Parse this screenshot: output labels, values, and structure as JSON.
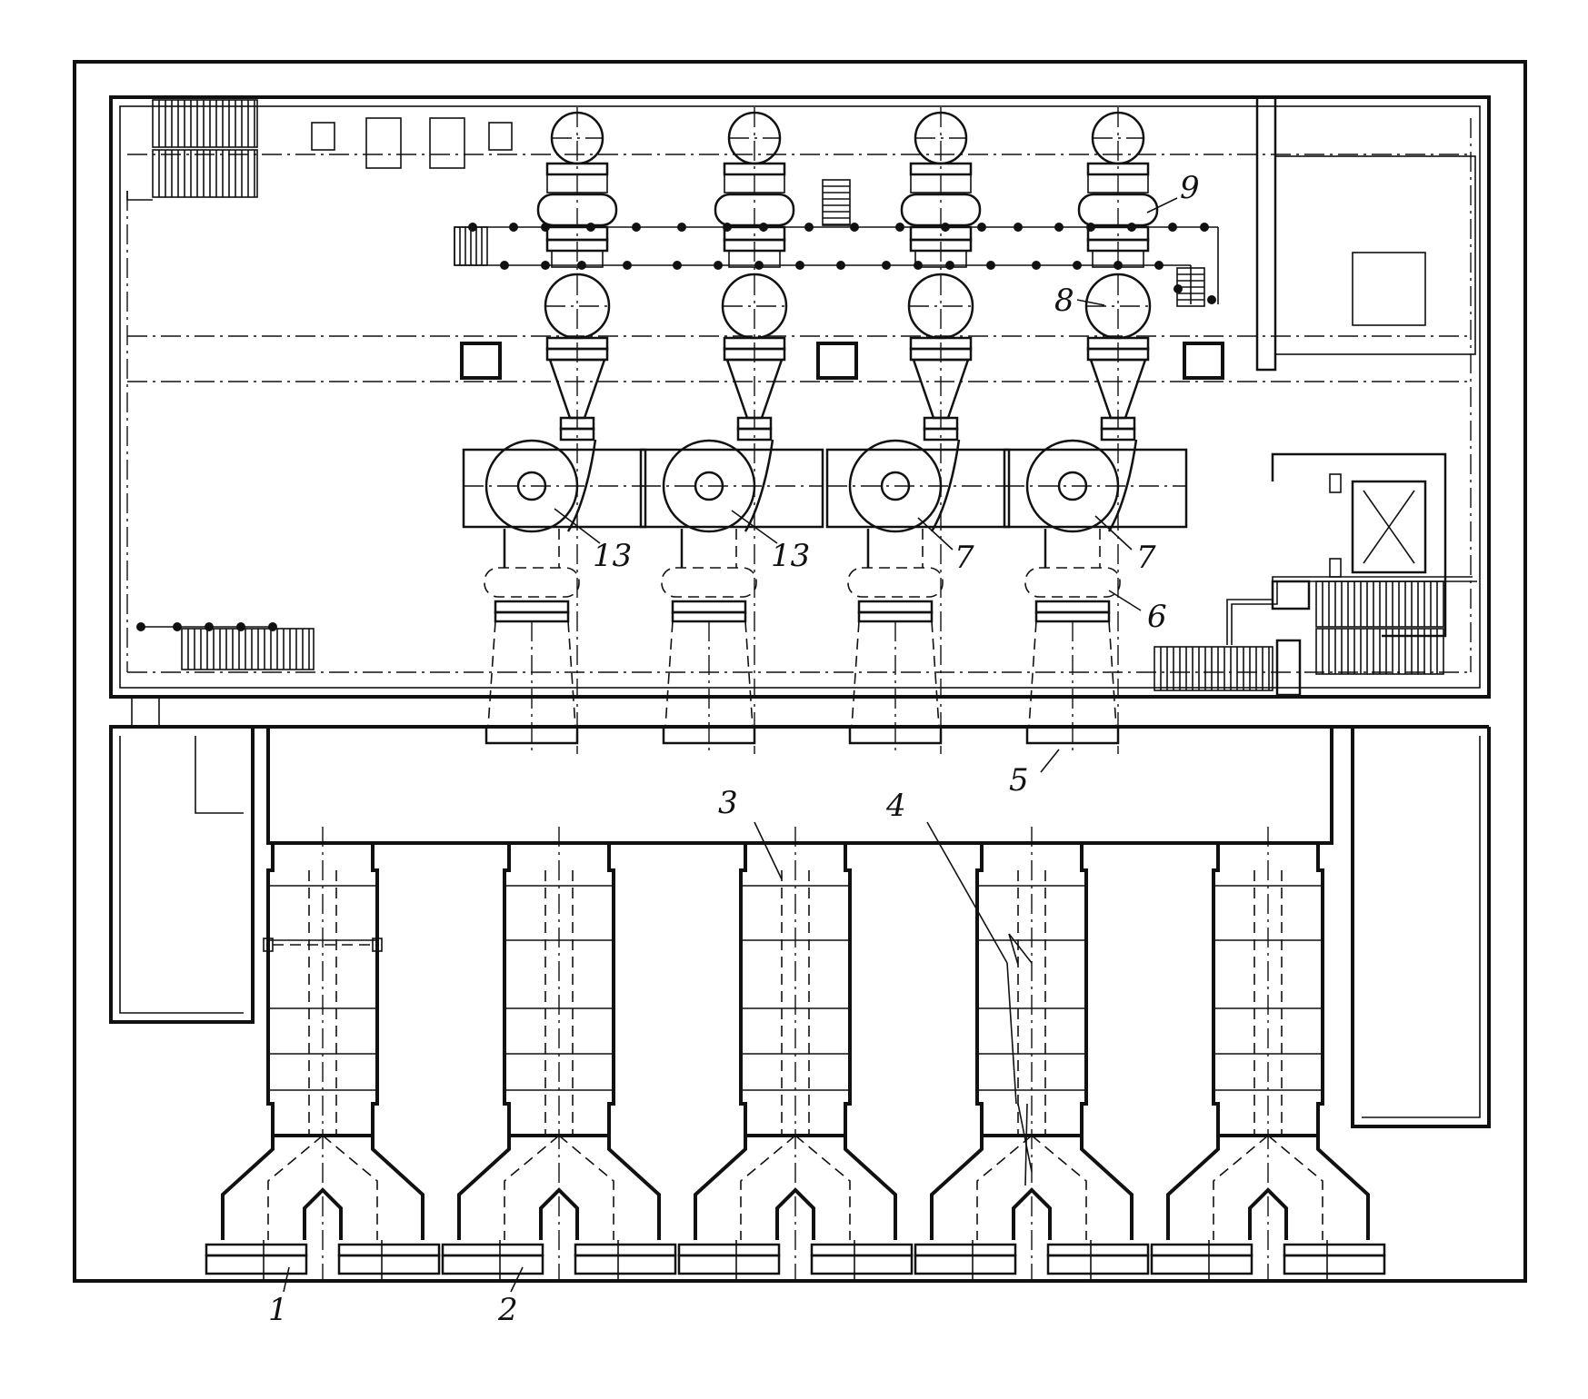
{
  "diagram": {
    "callouts": {
      "c1": "1",
      "c2": "2",
      "c3": "3",
      "c4": "4",
      "c5": "5",
      "c6": "6",
      "c7a": "7",
      "c7b": "7",
      "c8": "8",
      "c9": "9",
      "c13a": "13",
      "c13b": "13"
    }
  }
}
